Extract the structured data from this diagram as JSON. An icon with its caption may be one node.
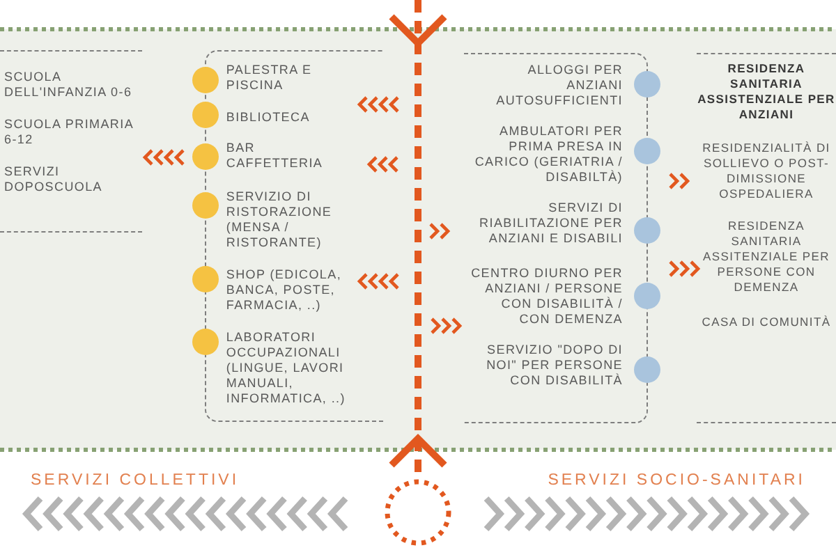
{
  "diagram": {
    "nodes": [
      {
        "text": [],
        "shape": "box"
      },
      {
        "text": [
          "SCUOLA DELL'INFANZIA 0-6"
        ],
        "in": 0
      },
      {
        "text": [
          "SCUOLA PRIMARIA 6-12"
        ],
        "in": 0
      },
      {
        "text": [
          "SERVIZI DOPOSCUOLA"
        ],
        "in": 0
      },
      {
        "text": [],
        "shape": "box"
      },
      {
        "text": [
          "PALESTRA E PISCINA"
        ],
        "in": 4
      },
      {
        "text": [
          "BIBLIOTECA"
        ],
        "in": 4
      },
      {
        "text": [
          "BAR CAFFETTERIA"
        ],
        "in": 4
      },
      {
        "text": [
          "SERVIZIO DI RISTORAZIONE (MENSA / RISTORANTE)"
        ],
        "in": 4
      },
      {
        "text": [
          "SHOP (EDICOLA, BANCA, POSTE, FARMACIA, ..)"
        ],
        "in": 4
      },
      {
        "text": [
          "LABORATORI OCCUPAZIONALI (LINGUE, LAVORI MANUALI, INFORMATICA, ..)"
        ],
        "in": 4
      },
      {
        "text": [],
        "shape": "box"
      },
      {
        "text": [
          "ALLOGGI PER ANZIANI AUTOSUFFICIENTI"
        ],
        "in": 11
      },
      {
        "text": [
          "AMBULATORI PER PRIMA PRESA IN CARICO (GERIATRIA / DISABILTÀ)"
        ],
        "in": 11
      },
      {
        "text": [
          "SERVIZI DI RIABILITAZIONE PER ANZIANI E DISABILI"
        ],
        "in": 11
      },
      {
        "text": [
          "CENTRO DIURNO PER ANZIANI / PERSONE CON DISABILITÀ / CON DEMENZA"
        ],
        "in": 11
      },
      {
        "text": [
          "SERVIZIO \"DOPO DI NOI\" PER PERSONE CON DISABILITÀ"
        ],
        "in": 11
      },
      {
        "text": [],
        "shape": "box"
      },
      {
        "text": [
          "RESIDENZA SANITARIA ASSISTENZIALE PER ANZIANI"
        ],
        "in": 17
      },
      {
        "text": [
          "RESIDENZIALITÀ DI SOLLIEVO O POST-DIMISSIONE OSPEDALIERA"
        ],
        "in": 17
      },
      {
        "text": [
          "RESIDENZA SANITARIA ASSITENZIALE PER PERSONE CON DEMENZA"
        ],
        "in": 17
      },
      {
        "text": [
          "CASA DI COMUNITÀ"
        ],
        "in": 17
      }
    ],
    "labels": [
      "SERVIZI COLLETTIVI",
      "SERVIZI SOCIO-SANITARI"
    ]
  }
}
